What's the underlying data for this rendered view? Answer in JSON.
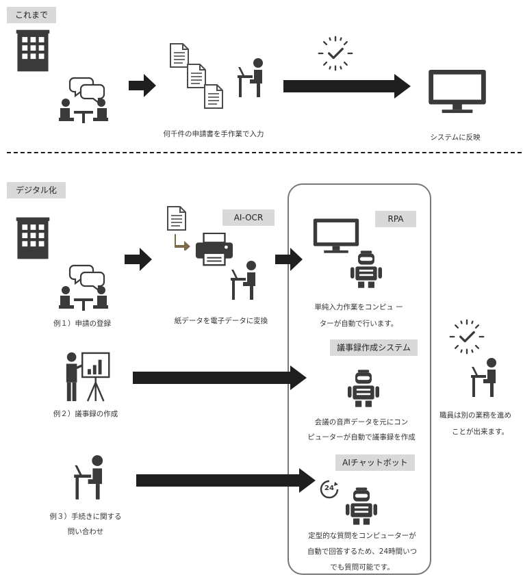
{
  "before": {
    "tag": "これまで",
    "manual_caption": "何千件の申請書を手作業で入力",
    "system_caption": "システムに反映"
  },
  "digital": {
    "tag": "デジタル化",
    "aiocr_tag": "AI-OCR",
    "aiocr_caption": "紙データを電子データに変換",
    "rpa_tag": "RPA",
    "rpa_caption_1": "単純入力作業をコンピュ ー",
    "rpa_caption_2": "ターが自動で行います。",
    "minutes_tag": "議事録作成システム",
    "minutes_caption_1": "会議の音声データを元にコン",
    "minutes_caption_2": "ピューターが自動で議事録を作成",
    "chatbot_tag": "AIチャットボット",
    "chatbot_caption_1": "定型的な質問をコンピューターが",
    "chatbot_caption_2": "自動で回答するため、24時間いつ",
    "chatbot_caption_3": "でも質問可能です。",
    "clock24_label": "24",
    "example1": "例１）申請の登録",
    "example2": "例２）議事録の作成",
    "example3_1": "例３）手続きに関する",
    "example3_2": "問い合わせ",
    "staff_caption_1": "職員は別の業務を進め",
    "staff_caption_2": "ことが出来ます。"
  }
}
